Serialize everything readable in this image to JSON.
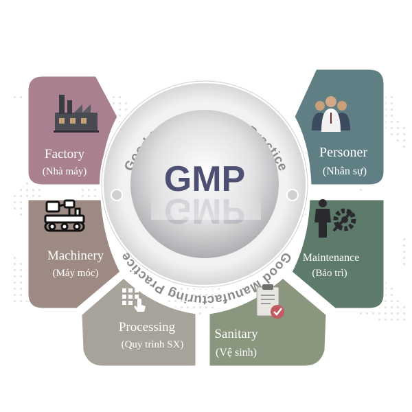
{
  "center": {
    "title": "GMP",
    "ring_text_top": "Good Manufacturing Practice",
    "ring_text_bottom": "Good Manufacturing Practice"
  },
  "segments": [
    {
      "id": "factory",
      "label": "Factory",
      "sublabel": "(Nhà máy)",
      "color": "#a8808f",
      "icon": "factory-icon"
    },
    {
      "id": "machinery",
      "label": "Machinery",
      "sublabel": "(Máy móc)",
      "color": "#9d8a82",
      "icon": "machinery-icon"
    },
    {
      "id": "processing",
      "label": "Processing",
      "sublabel": "(Quy trình SX)",
      "color": "#a8a39a",
      "icon": "keypad-touch-icon"
    },
    {
      "id": "sanitary",
      "label": "Sanitary",
      "sublabel": "(Vệ sinh)",
      "color": "#8a967d",
      "icon": "checklist-icon"
    },
    {
      "id": "maintenance",
      "label": "Maintenance",
      "sublabel": "(Bảo trì)",
      "color": "#5d7a6a",
      "icon": "worker-gear-icon"
    },
    {
      "id": "personer",
      "label": "Personer",
      "sublabel": "(Nhân sự)",
      "color": "#5f7f85",
      "icon": "people-icon"
    }
  ]
}
